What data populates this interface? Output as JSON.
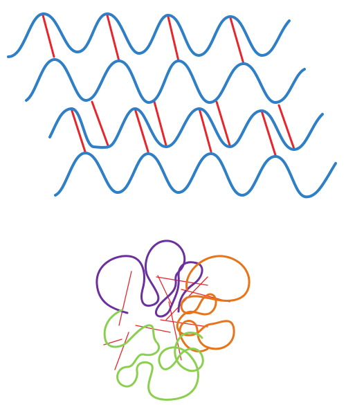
{
  "diagram": {
    "colors": {
      "background": "#ffffff",
      "wave": "#2f7fc6",
      "crosslink": "#e8252a",
      "coil_purple": "#6b2f9e",
      "coil_orange": "#e8741a",
      "coil_green": "#8bcf4e"
    },
    "panels": [
      {
        "kind": "aligned-wavy-chains",
        "chain_count": 4,
        "crosslinked_gaps": 2
      },
      {
        "kind": "tangled-coil-chains",
        "coil_count": 3
      }
    ]
  }
}
